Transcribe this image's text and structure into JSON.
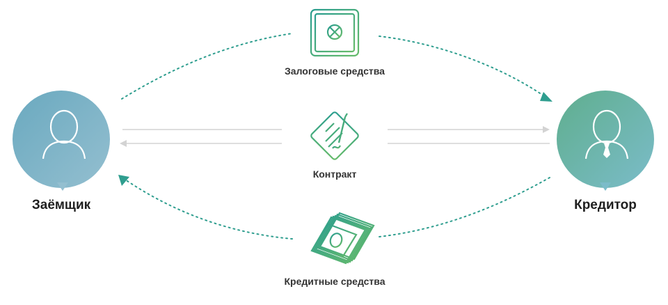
{
  "nodes": {
    "borrower": {
      "label": "Заёмщик"
    },
    "creditor": {
      "label": "Кредитор"
    }
  },
  "flows": {
    "collateral": {
      "label": "Залоговые средства"
    },
    "contract": {
      "label": "Контракт"
    },
    "credit": {
      "label": "Кредитные средства"
    }
  },
  "colors": {
    "teal": "#2f9e8f",
    "borrower_bubble": "#7ab3c8",
    "creditor_bubble": "#6fb8b8",
    "arrow_gray": "#d0d0d0"
  }
}
